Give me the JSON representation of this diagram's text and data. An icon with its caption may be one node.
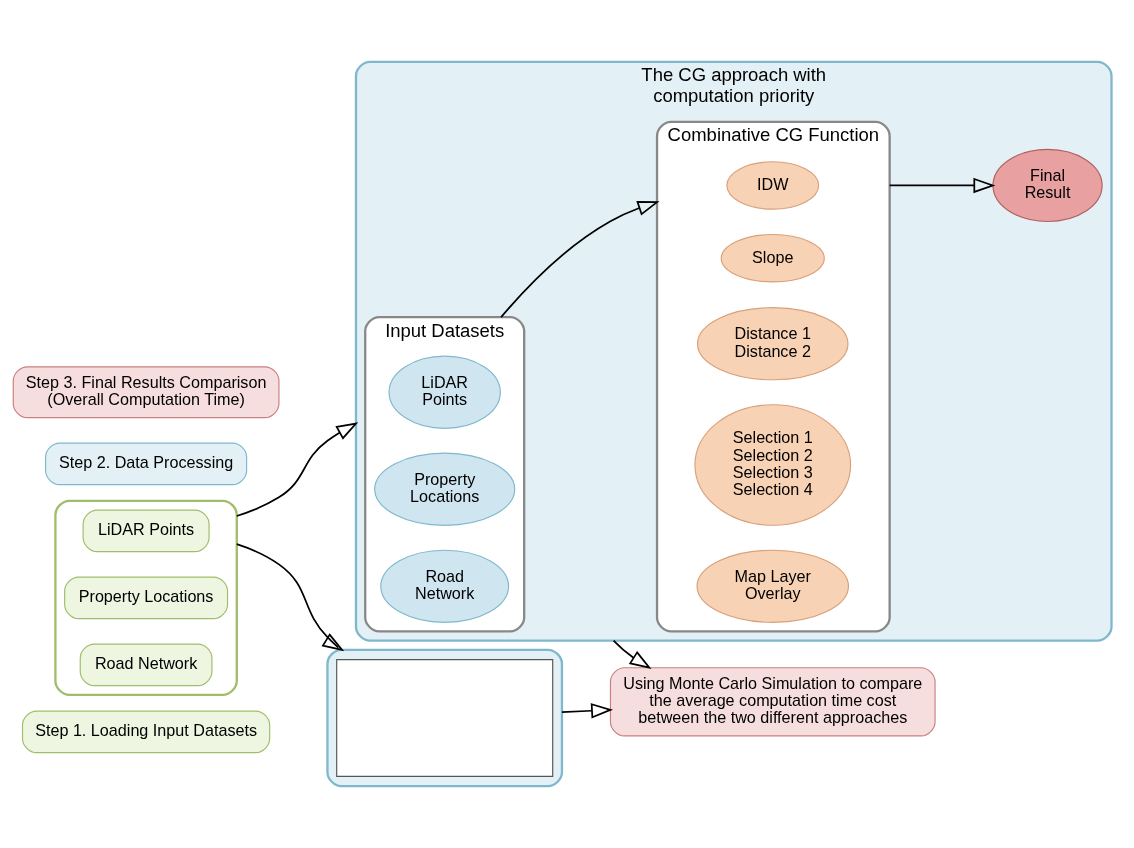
{
  "diagram": {
    "nodes": [
      {
        "text": [
          "Step 1. Loading Input Datasets"
        ]
      },
      {
        "text": [],
        "shape": "box"
      },
      {
        "text": [
          "LiDAR Points"
        ],
        "in": 1
      },
      {
        "text": [
          "Property Locations"
        ],
        "in": 1
      },
      {
        "text": [
          "Road Network"
        ],
        "in": 1
      },
      {
        "text": [
          "Step 2. Data Processing"
        ]
      },
      {
        "text": [],
        "shape": "box"
      },
      {
        "text": [],
        "shape": "box",
        "in": 6
      },
      {
        "text": [
          "The CG approach with computation priority"
        ]
      },
      {
        "text": [
          "Input Datasets"
        ],
        "in": 8
      },
      {
        "text": [
          "LiDAR Points"
        ],
        "in": 9
      },
      {
        "text": [
          "Property Locations"
        ],
        "in": 9
      },
      {
        "text": [
          "Road Network"
        ],
        "in": 9
      },
      {
        "text": [
          "Combinative CG Function"
        ],
        "in": 8
      },
      {
        "text": [
          "IDW"
        ],
        "in": 13
      },
      {
        "text": [
          "Slope"
        ],
        "in": 13
      },
      {
        "text": [
          "Distance 1 Distance 2"
        ],
        "in": 13
      },
      {
        "text": [
          "Selection 1 Selection 2 Selection 3 Selection 4"
        ],
        "in": 13
      },
      {
        "text": [
          "Map Layer Overlay"
        ],
        "in": 13
      },
      {
        "text": [
          "Final Result"
        ],
        "in": 8
      },
      {
        "text": [
          "Step 3. Final Results Comparison (Overall Computation Time)"
        ]
      },
      {
        "text": [
          "Using Monte Carlo Simulation to compare the average computation time cost between the two different approaches"
        ]
      }
    ],
    "edges": [
      {
        "from": 1,
        "to": 6,
        "arrow": "to"
      },
      {
        "from": 1,
        "to": 8,
        "arrow": "to"
      },
      {
        "from": 9,
        "to": 13,
        "arrow": "to"
      },
      {
        "from": 13,
        "to": 19,
        "arrow": "to"
      },
      {
        "from": 6,
        "to": 21,
        "arrow": "to"
      },
      {
        "from": 8,
        "to": 21,
        "arrow": "to"
      }
    ]
  }
}
